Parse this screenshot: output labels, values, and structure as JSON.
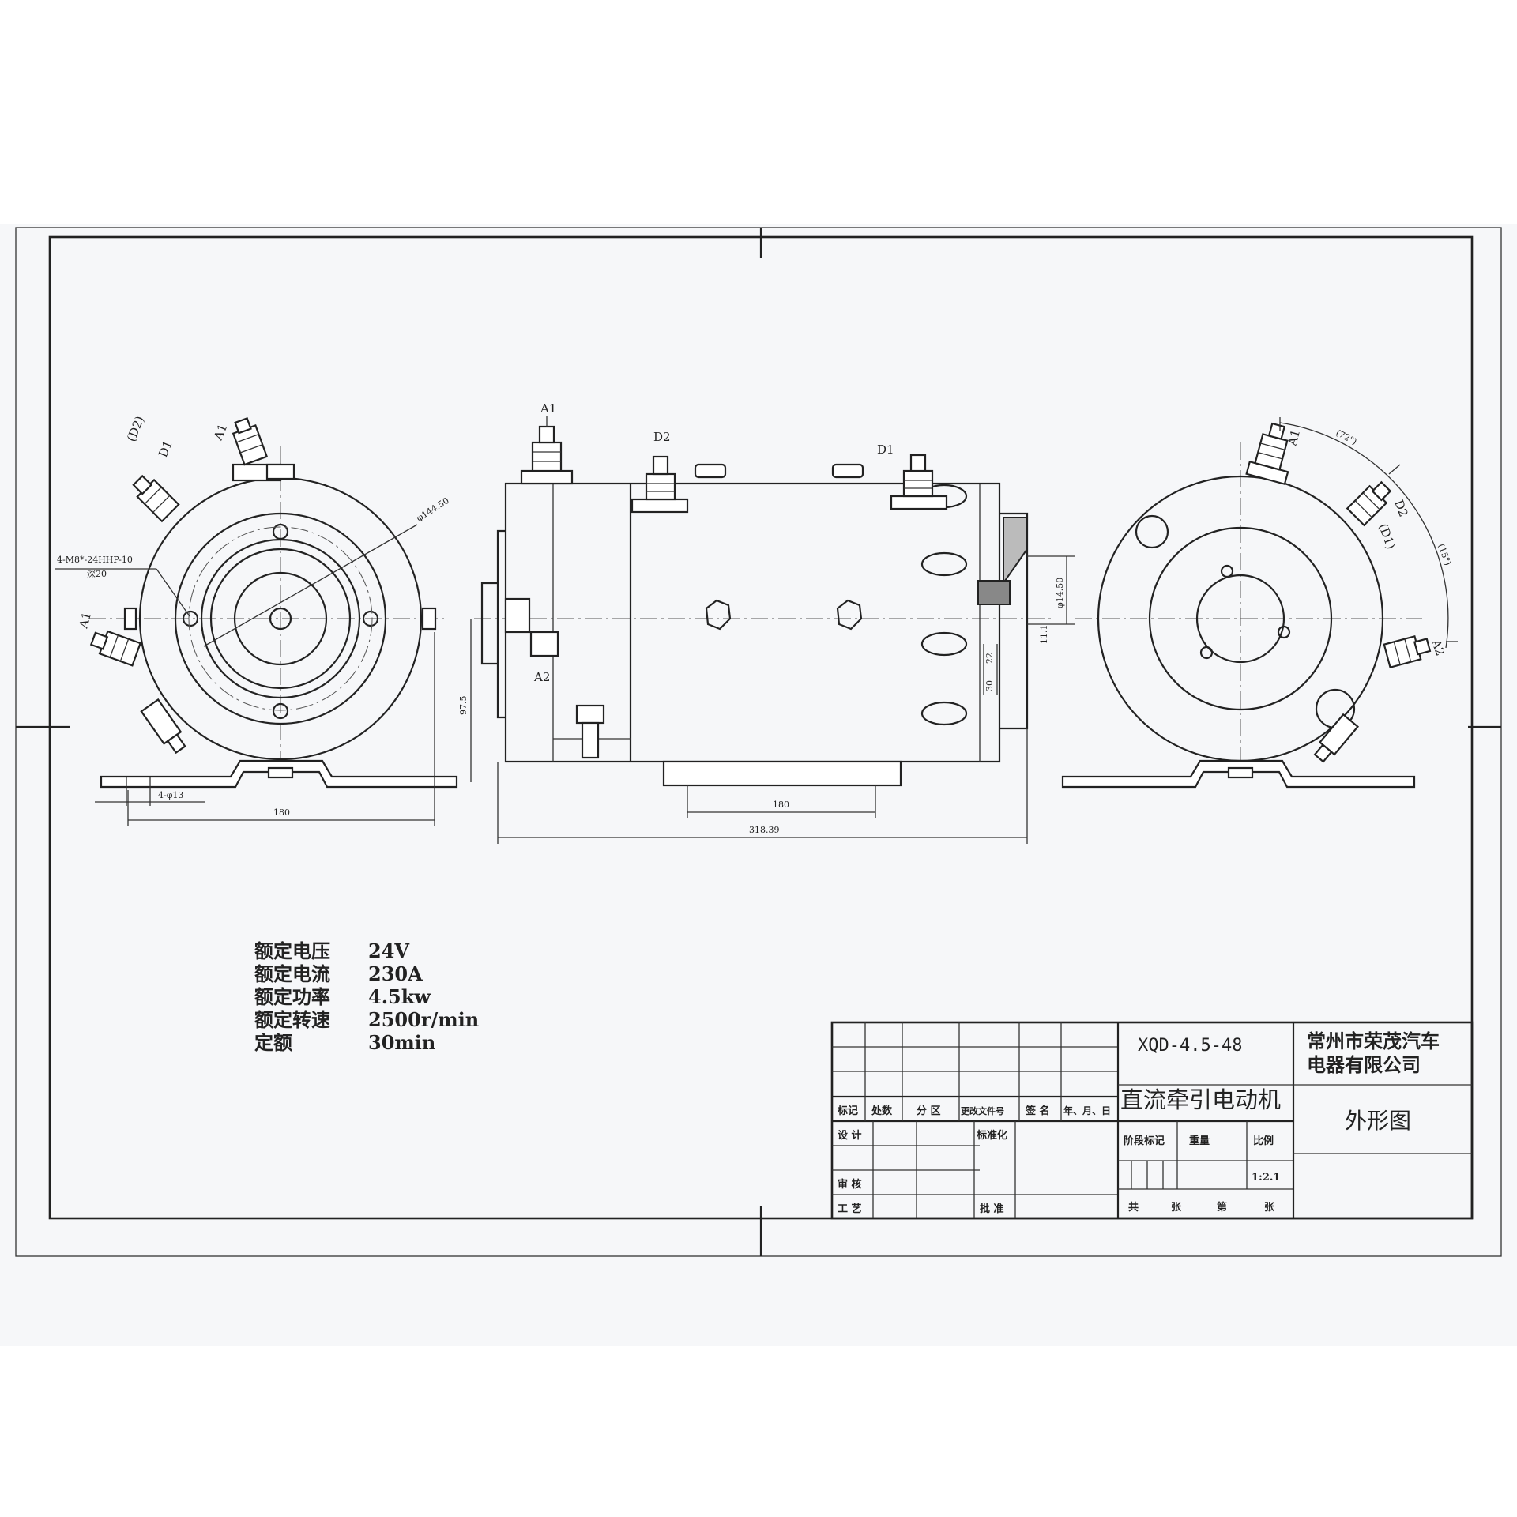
{
  "terminals": {
    "a1": "A1",
    "a2": "A2",
    "d1": "D1",
    "d2": "D2",
    "d1_paren": "(D1)",
    "d2_paren": "(D2)"
  },
  "dimensions": {
    "bolt_circle_note": "4-M8*-24HHP-10",
    "depth_note": "深20",
    "outer_diameter": "φ144.50",
    "hole_note": "4-φ13",
    "front_width": "180",
    "center_height": "97.5",
    "base_length": "180",
    "overall_length": "318.39",
    "shaft_diameter": "φ14.50",
    "shaft_dim_a": "11.1",
    "shaft_dim_b": "22",
    "shaft_dim_c": "30",
    "angle_a": "(72°)",
    "angle_b": "(15°)"
  },
  "specs": [
    {
      "label": "额定电压",
      "value": "24V"
    },
    {
      "label": "额定电流",
      "value": "230A"
    },
    {
      "label": "额定功率",
      "value": "4.5kw"
    },
    {
      "label": "额定转速",
      "value": "2500r/min"
    },
    {
      "label": "定额",
      "value": "30min"
    }
  ],
  "title_block": {
    "model": "XQD-4.5-48",
    "product_name": "直流牵引电动机",
    "company_line1": "常州市荣茂汽车",
    "company_line2": "电器有限公司",
    "drawing_type": "外形图",
    "header_cells": [
      "标记",
      "处数",
      "分 区",
      "更改文件号",
      "签 名",
      "年、月、日"
    ],
    "row_design": "设 计",
    "row_standard": "标准化",
    "row_review": "审 核",
    "row_process": "工 艺",
    "row_approve": "批 准",
    "stage_labels": [
      "阶段标记",
      "重量",
      "比例"
    ],
    "scale": "1:2.1",
    "sheets_label": [
      "共",
      "张",
      "第",
      "张"
    ]
  }
}
